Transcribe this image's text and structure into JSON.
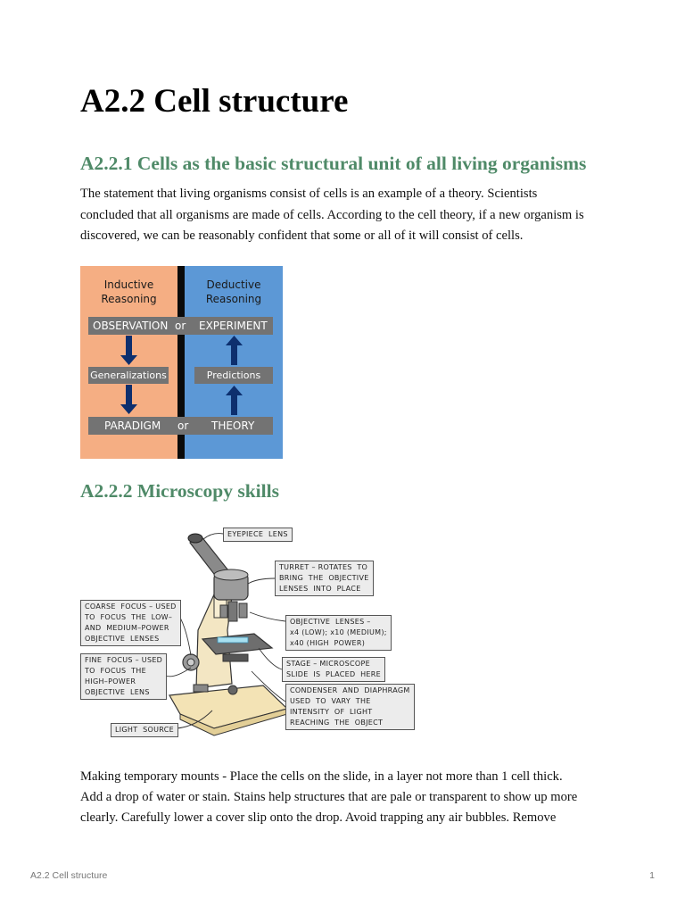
{
  "document": {
    "title": "A2.2 Cell structure",
    "section1": {
      "heading": "A2.2.1 Cells as the basic structural unit of all living organisms",
      "lines": [
        "The statement that living organisms consist of cells is an example of a theory. Scientists",
        "concluded that all organisms are made of cells. According to the cell theory, if a new organism is",
        "discovered, we can be reasonably confident that some or all of it will consist of cells."
      ]
    },
    "reasoning_diagram": {
      "left_header": [
        "Inductive",
        "Reasoning"
      ],
      "right_header": [
        "Deductive",
        "Reasoning"
      ],
      "top_row": {
        "left": "OBSERVATION",
        "mid": "or",
        "right": "EXPERIMENT"
      },
      "middle": {
        "left": "Generalizations",
        "right": "Predictions"
      },
      "bottom_row": {
        "left": "PARADIGM",
        "mid": "or",
        "right": "THEORY"
      },
      "colors": {
        "left": "#f5ae83",
        "right": "#5c98d6",
        "arrow": "#0d2f6e"
      }
    },
    "section2": {
      "heading": "A2.2.2 Microscopy skills",
      "lines": [
        "Making temporary mounts -  Place the cells on the slide, in a layer not more than 1 cell thick.",
        "Add a drop of water or stain. Stains help structures that are pale or transparent to show up more",
        "clearly. Carefully lower a cover slip onto the drop. Avoid trapping any air bubbles. Remove"
      ]
    },
    "microscope": {
      "callouts": {
        "eyepiece": "EYEPIECE  LENS",
        "turret": "TURRET – ROTATES  TO\nBRING  THE  OBJECTIVE\nLENSES  INTO  PLACE",
        "coarse": "COARSE  FOCUS – USED\nTO  FOCUS  THE  LOW–\nAND  MEDIUM–POWER\nOBJECTIVE  LENSES",
        "objective": "OBJECTIVE  LENSES –\nx4 (LOW); x10 (MEDIUM);\nx40 (HIGH  POWER)",
        "fine": "FINE  FOCUS – USED\nTO  FOCUS  THE\nHIGH–POWER\nOBJECTIVE  LENS",
        "stage": "STAGE – MICROSCOPE\nSLIDE  IS  PLACED  HERE",
        "condenser": "CONDENSER  AND  DIAPHRAGM\nUSED  TO  VARY  THE\nINTENSITY  OF  LIGHT\nREACHING  THE  OBJECT",
        "light": "LIGHT  SOURCE"
      }
    },
    "footer": {
      "left": "A2.2 Cell structure",
      "right": "1"
    }
  }
}
